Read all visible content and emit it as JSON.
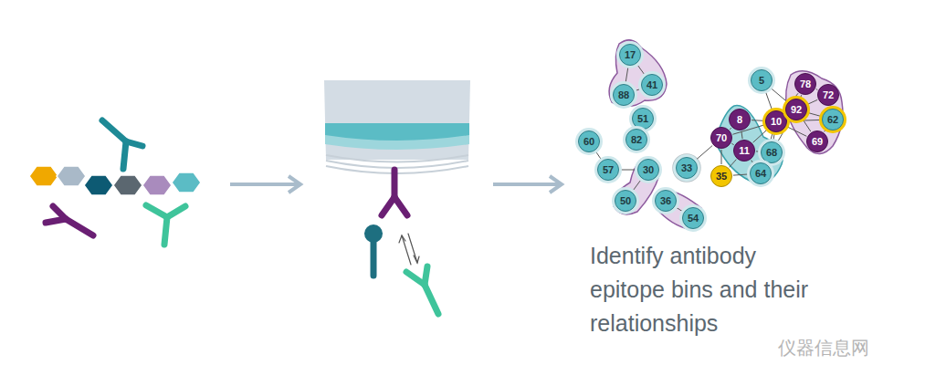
{
  "diagram": {
    "caption": "Identify antibody epitope bins and their relationships",
    "nodes": [
      {
        "text": [
          "17"
        ]
      },
      {
        "text": [
          "88"
        ]
      },
      {
        "text": [
          "41"
        ]
      },
      {
        "text": [
          "51"
        ]
      },
      {
        "text": [
          "82"
        ]
      },
      {
        "text": [
          "60"
        ]
      },
      {
        "text": [
          "57"
        ]
      },
      {
        "text": [
          "30"
        ]
      },
      {
        "text": [
          "50"
        ]
      },
      {
        "text": [
          "36"
        ]
      },
      {
        "text": [
          "54"
        ]
      },
      {
        "text": [
          "33"
        ]
      },
      {
        "text": [
          "35"
        ]
      },
      {
        "text": [
          "5"
        ]
      },
      {
        "text": [
          "8"
        ]
      },
      {
        "text": [
          "70"
        ]
      },
      {
        "text": [
          "11"
        ]
      },
      {
        "text": [
          "68"
        ]
      },
      {
        "text": [
          "64"
        ]
      },
      {
        "text": [
          "10"
        ]
      },
      {
        "text": [
          "78"
        ]
      },
      {
        "text": [
          "72"
        ]
      },
      {
        "text": [
          "92"
        ]
      },
      {
        "text": [
          "62"
        ]
      },
      {
        "text": [
          "69"
        ]
      }
    ],
    "edges": [
      {
        "from": 0,
        "to": 1,
        "arrow": "none"
      },
      {
        "from": 0,
        "to": 2,
        "arrow": "none"
      },
      {
        "from": 1,
        "to": 2,
        "arrow": "none"
      },
      {
        "from": 5,
        "to": 6,
        "arrow": "none"
      },
      {
        "from": 6,
        "to": 7,
        "arrow": "none"
      },
      {
        "from": 7,
        "to": 8,
        "arrow": "none"
      },
      {
        "from": 9,
        "to": 10,
        "arrow": "none"
      },
      {
        "from": 11,
        "to": 15,
        "arrow": "none"
      },
      {
        "from": 12,
        "to": 15,
        "arrow": "none"
      },
      {
        "from": 12,
        "to": 16,
        "arrow": "none"
      },
      {
        "from": 12,
        "to": 18,
        "arrow": "none"
      },
      {
        "from": 13,
        "to": 19,
        "arrow": "none"
      },
      {
        "from": 13,
        "to": 22,
        "arrow": "none"
      },
      {
        "from": 14,
        "to": 15,
        "arrow": "none"
      },
      {
        "from": 14,
        "to": 16,
        "arrow": "none"
      },
      {
        "from": 14,
        "to": 19,
        "arrow": "none"
      },
      {
        "from": 15,
        "to": 16,
        "arrow": "none"
      },
      {
        "from": 15,
        "to": 19,
        "arrow": "none"
      },
      {
        "from": 16,
        "to": 17,
        "arrow": "none"
      },
      {
        "from": 16,
        "to": 18,
        "arrow": "none"
      },
      {
        "from": 16,
        "to": 19,
        "arrow": "none"
      },
      {
        "from": 17,
        "to": 18,
        "arrow": "none"
      },
      {
        "from": 17,
        "to": 19,
        "arrow": "none"
      },
      {
        "from": 17,
        "to": 22,
        "arrow": "none"
      },
      {
        "from": 18,
        "to": 19,
        "arrow": "none"
      },
      {
        "from": 19,
        "to": 22,
        "arrow": "none"
      },
      {
        "from": 19,
        "to": 20,
        "arrow": "none"
      },
      {
        "from": 19,
        "to": 23,
        "arrow": "none"
      },
      {
        "from": 19,
        "to": 24,
        "arrow": "none"
      },
      {
        "from": 22,
        "to": 20,
        "arrow": "none"
      },
      {
        "from": 22,
        "to": 21,
        "arrow": "none"
      },
      {
        "from": 22,
        "to": 23,
        "arrow": "none"
      },
      {
        "from": 22,
        "to": 24,
        "arrow": "none"
      },
      {
        "from": 20,
        "to": 21,
        "arrow": "none"
      },
      {
        "from": 21,
        "to": 23,
        "arrow": "none"
      },
      {
        "from": 23,
        "to": 24,
        "arrow": "none"
      }
    ],
    "labels": [
      "仪器信息网"
    ]
  }
}
